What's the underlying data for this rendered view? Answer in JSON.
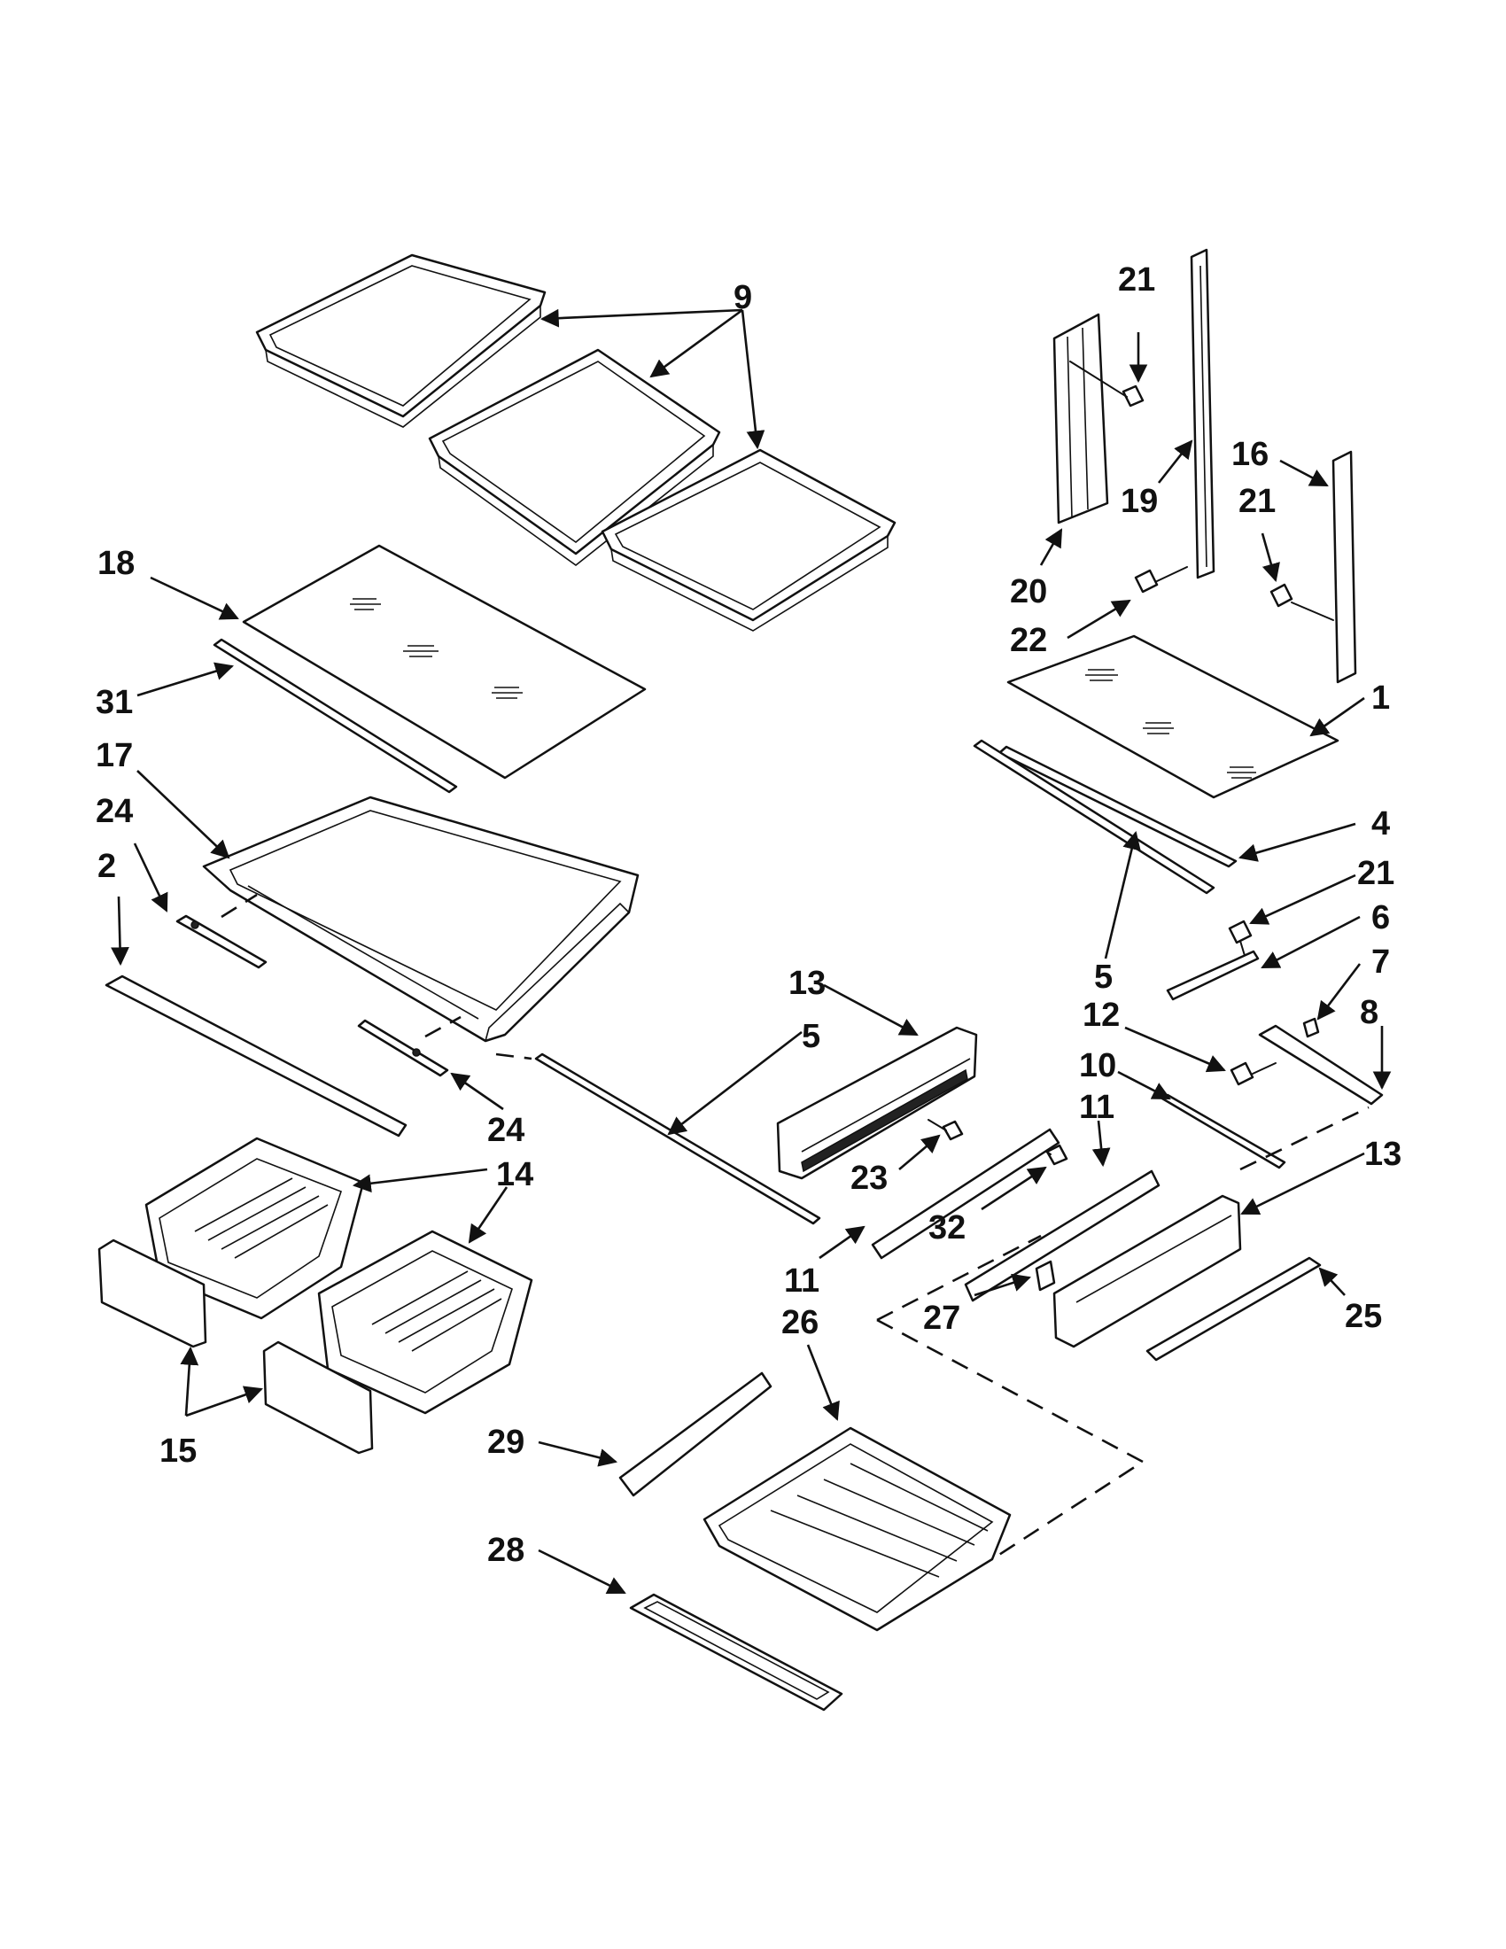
{
  "diagram": {
    "type": "exploded-parts-diagram",
    "callouts": [
      {
        "id": "c9",
        "label": "9"
      },
      {
        "id": "c21a",
        "label": "21"
      },
      {
        "id": "c19",
        "label": "19"
      },
      {
        "id": "c16",
        "label": "16"
      },
      {
        "id": "c21b",
        "label": "21"
      },
      {
        "id": "c20",
        "label": "20"
      },
      {
        "id": "c22",
        "label": "22"
      },
      {
        "id": "c18",
        "label": "18"
      },
      {
        "id": "c31",
        "label": "31"
      },
      {
        "id": "c1",
        "label": "1"
      },
      {
        "id": "c17",
        "label": "17"
      },
      {
        "id": "c24a",
        "label": "24"
      },
      {
        "id": "c4",
        "label": "4"
      },
      {
        "id": "c2",
        "label": "2"
      },
      {
        "id": "c21c",
        "label": "21"
      },
      {
        "id": "c6",
        "label": "6"
      },
      {
        "id": "c7",
        "label": "7"
      },
      {
        "id": "c5a",
        "label": "5"
      },
      {
        "id": "c13a",
        "label": "13"
      },
      {
        "id": "c12",
        "label": "12"
      },
      {
        "id": "c8",
        "label": "8"
      },
      {
        "id": "c5b",
        "label": "5"
      },
      {
        "id": "c10",
        "label": "10"
      },
      {
        "id": "c11a",
        "label": "11"
      },
      {
        "id": "c24b",
        "label": "24"
      },
      {
        "id": "c14",
        "label": "14"
      },
      {
        "id": "c23",
        "label": "23"
      },
      {
        "id": "c13b",
        "label": "13"
      },
      {
        "id": "c32",
        "label": "32"
      },
      {
        "id": "c11b",
        "label": "11"
      },
      {
        "id": "c26",
        "label": "26"
      },
      {
        "id": "c27",
        "label": "27"
      },
      {
        "id": "c25",
        "label": "25"
      },
      {
        "id": "c15",
        "label": "15"
      },
      {
        "id": "c29",
        "label": "29"
      },
      {
        "id": "c28",
        "label": "28"
      }
    ]
  }
}
